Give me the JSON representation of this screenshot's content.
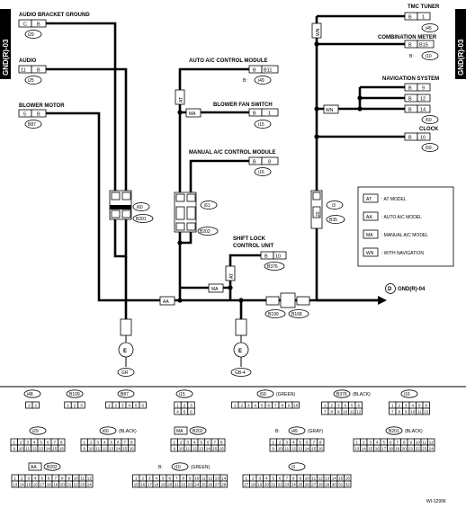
{
  "side_label": "GND(R)-03",
  "footer_code": "WI-12996",
  "components": {
    "audio_bracket_ground": {
      "name": "AUDIO BRACKET GROUND",
      "conn": "i29",
      "pin_a": "C",
      "pin_b": "B"
    },
    "audio": {
      "name": "AUDIO",
      "conn": "i25",
      "pin_a": "11",
      "pin_b": "B"
    },
    "blower_motor": {
      "name": "BLOWER MOTOR",
      "conn": "B87",
      "pin_a": "5",
      "pin_b": "B"
    },
    "auto_ac": {
      "name": "AUTO A/C CONTROL MODULE",
      "conn": "i49",
      "pin_a": "B",
      "pin_b": "B11",
      "prefix": "B:"
    },
    "blower_fan_switch": {
      "name": "BLOWER FAN SWITCH",
      "conn": "i15",
      "pin_a": "B",
      "pin_b": "1"
    },
    "manual_ac": {
      "name": "MANUAL A/C CONTROL MODULE",
      "conn": "i16",
      "pin_a": "B",
      "pin_b": "8"
    },
    "shift_lock": {
      "name": "SHIFT LOCK",
      "name2": "CONTROL UNIT",
      "conn": "B376",
      "pin_a": "B",
      "pin_b": "10"
    },
    "tmc_tuner": {
      "name": "TMC TUNER",
      "conn": "i45",
      "pin_a": "B",
      "pin_b": "1"
    },
    "combination_meter": {
      "name": "COMBINATION METER",
      "conn": "i10",
      "pin_a": "B",
      "pin_b": "B15",
      "prefix": "B:"
    },
    "navigation": {
      "name": "NAVIGATION SYSTEM",
      "conn": "i50",
      "pins": [
        "9",
        "12",
        "14"
      ],
      "pin_a": "B"
    },
    "clock": {
      "name": "CLOCK",
      "conn": "i59",
      "pin_a": "B",
      "pin_b": "10"
    }
  },
  "joints": {
    "j1": {
      "conn1": "i60",
      "conn2": "B201"
    },
    "j2": {
      "conn1": "i61",
      "conn2": "B202"
    },
    "j3": {
      "conn1": "i3",
      "conn2": "B35",
      "pin": "20"
    },
    "b199": "B199",
    "b168": "B168"
  },
  "grounds": {
    "gr": "GR",
    "gb4": "GB-4",
    "symbol": "E"
  },
  "to_next": {
    "circle": "D",
    "label": "GND(R)-04"
  },
  "wire_markers": {
    "aa": "AA",
    "ma": "MA",
    "at": "AT",
    "wn": "WN"
  },
  "legend": [
    {
      "tag": "AT",
      "text": ": AT MODEL"
    },
    {
      "tag": "AA",
      "text": ": AUTO A/C MODEL"
    },
    {
      "tag": "MA",
      "text": ": MANUAL A/C MODEL"
    },
    {
      "tag": "WN",
      "text": ": WITH NAVIGATION"
    }
  ],
  "connector_table": {
    "i48": {
      "label": "i48",
      "cells": [
        "1",
        "2"
      ]
    },
    "b199": {
      "label": "B199",
      "cells": [
        "1",
        "2",
        "3"
      ]
    },
    "b87": {
      "label": "B87",
      "cells": [
        "1",
        "2",
        "3",
        "4",
        "5",
        "6"
      ]
    },
    "i15": {
      "label": "i15",
      "cells": [
        "1",
        "2",
        "3",
        "4",
        "5",
        "6"
      ]
    },
    "i59": {
      "label": "i59",
      "note": "(GREEN)",
      "cells": [
        "1",
        "2",
        "3",
        "4",
        "5",
        "6",
        "7",
        "8",
        "9",
        "10"
      ]
    },
    "b376": {
      "label": "B376",
      "note": "(BLACK)",
      "cells": [
        "1",
        "2",
        "3",
        "4",
        "5",
        "6",
        "7",
        "8",
        "9",
        "10",
        "11",
        "12"
      ]
    },
    "i16": {
      "label": "i16",
      "cells": [
        "1",
        "2",
        "3",
        "4",
        "5",
        "6",
        "7",
        "8",
        "9",
        "10",
        "11",
        "12"
      ]
    },
    "i29": {
      "label": "i29",
      "cells": [
        "1",
        "2",
        "3",
        "4",
        "5",
        "6",
        "7",
        "8",
        "9",
        "10",
        "11",
        "12",
        "13",
        "14",
        "15",
        "16"
      ]
    },
    "i60": {
      "label": "i60",
      "note": "(BLACK)",
      "cells": [
        "1",
        "2",
        "3",
        "4",
        "5",
        "6",
        "7",
        "8",
        "9",
        "10",
        "11",
        "12",
        "13",
        "14",
        "15",
        "16"
      ]
    },
    "b202": {
      "label": "B202",
      "tag": "MA",
      "cells": [
        "1",
        "2",
        "3",
        "4",
        "5",
        "6",
        "7",
        "8",
        "9",
        "10",
        "11",
        "12",
        "13",
        "14",
        "15",
        "16"
      ]
    },
    "i49": {
      "label": "i49",
      "prefix": "B:",
      "note": "(GRAY)",
      "cells": [
        "1",
        "2",
        "3",
        "4",
        "5",
        "6",
        "7",
        "8",
        "9",
        "10",
        "11",
        "12",
        "13",
        "14",
        "15",
        "16"
      ]
    },
    "b201": {
      "label": "B201",
      "note": "(BLACK)",
      "cells": [
        "1",
        "2",
        "3",
        "4",
        "5",
        "6",
        "7",
        "8",
        "9",
        "10",
        "11",
        "12",
        "13",
        "14",
        "15",
        "16",
        "17",
        "18",
        "19",
        "20",
        "21",
        "22",
        "23",
        "24"
      ]
    },
    "b202aa": {
      "label": "B202",
      "tag": "AA",
      "cells": [
        "1",
        "2",
        "3",
        "4",
        "5",
        "6",
        "7",
        "8",
        "9",
        "10",
        "11",
        "12",
        "13",
        "14",
        "15",
        "16",
        "17",
        "18",
        "19",
        "20",
        "21",
        "22",
        "23",
        "24"
      ]
    },
    "i10": {
      "label": "i10",
      "prefix": "B:",
      "note": "(GREEN)",
      "cells": [
        "1",
        "2",
        "3",
        "4",
        "5",
        "6",
        "7",
        "8",
        "9",
        "10",
        "11",
        "12",
        "13",
        "14",
        "15",
        "16",
        "17",
        "18",
        "19",
        "20",
        "21",
        "22",
        "23",
        "24",
        "25",
        "26",
        "27",
        "28"
      ]
    },
    "i3": {
      "label": "i3",
      "cells": [
        "1",
        "2",
        "3",
        "4",
        "5",
        "6",
        "7",
        "8",
        "9",
        "10",
        "11",
        "12",
        "13",
        "14",
        "15",
        "16",
        "17",
        "18",
        "19",
        "20",
        "21",
        "22",
        "23",
        "24",
        "25",
        "26",
        "27",
        "28",
        "29",
        "30",
        "31",
        "32"
      ]
    }
  }
}
